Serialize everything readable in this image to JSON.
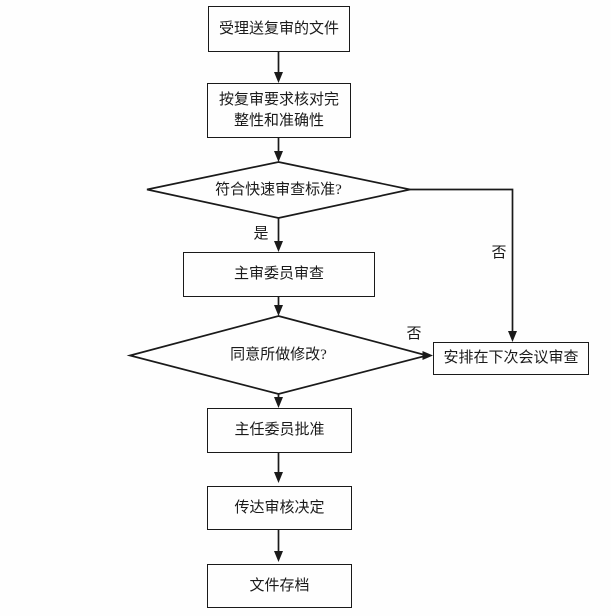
{
  "colors": {
    "background": "#fefefe",
    "line": "#1a1a1a",
    "text": "#1a1a1a"
  },
  "flowchart": {
    "nodes": {
      "accept": {
        "type": "process",
        "label": "受理送复审的文件"
      },
      "check": {
        "type": "process",
        "label": "按复审要求核对完整性和准确性"
      },
      "fast_track": {
        "type": "decision",
        "label": "符合快速审查标准?"
      },
      "chief_review": {
        "type": "process",
        "label": "主审委员审查"
      },
      "agree": {
        "type": "decision",
        "label": "同意所做修改?"
      },
      "schedule": {
        "type": "process",
        "label": "安排在下次会议审查"
      },
      "director_approve": {
        "type": "process",
        "label": "主任委员批准"
      },
      "communicate": {
        "type": "process",
        "label": "传达审核决定"
      },
      "archive": {
        "type": "process",
        "label": "文件存档"
      }
    },
    "edge_labels": {
      "yes": "是",
      "no_fast": "否",
      "no_agree": "否"
    }
  }
}
